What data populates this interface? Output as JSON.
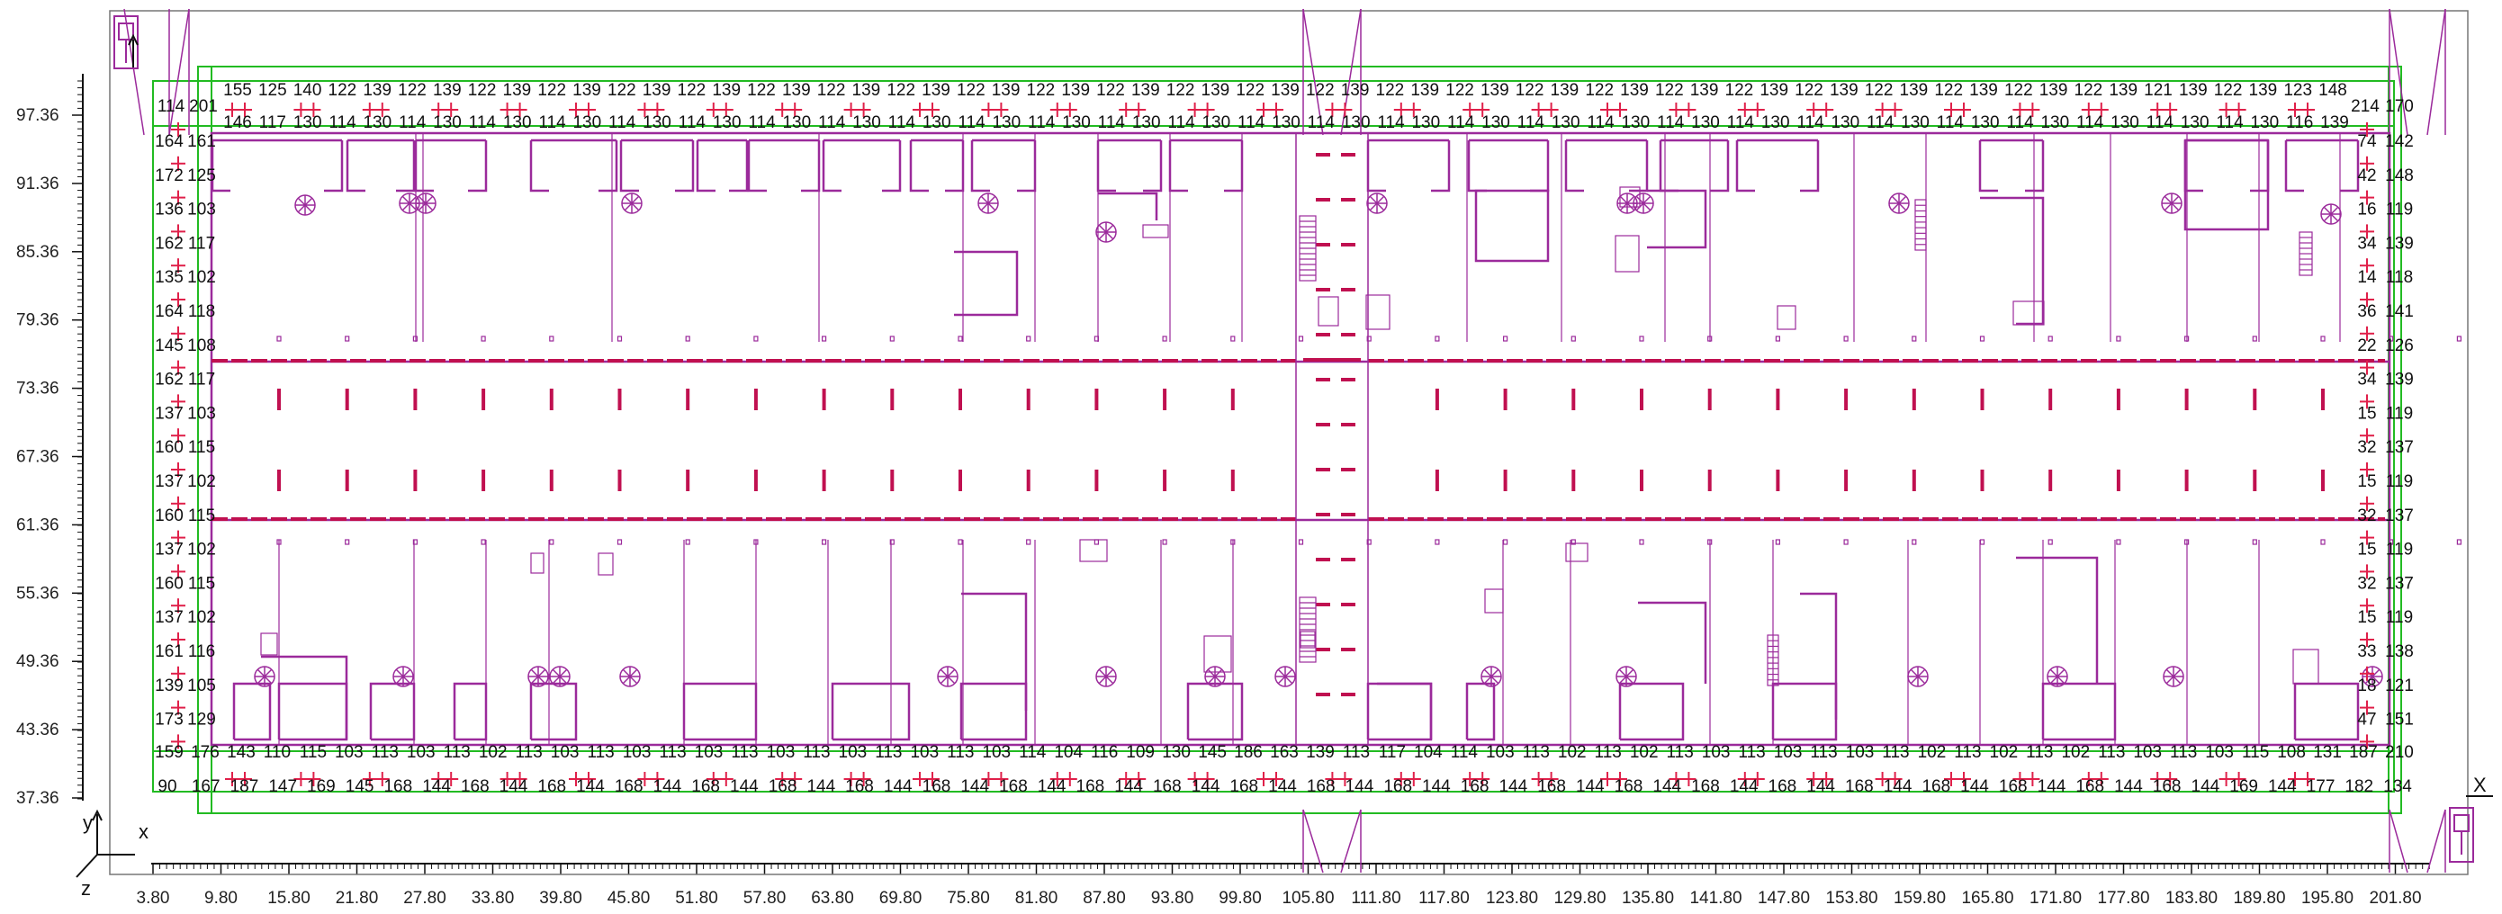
{
  "view": {
    "axes": {
      "x_name": "x",
      "y_name": "y",
      "z_name": "z",
      "corner_x": "X"
    },
    "x_ticks": [
      "3.80",
      "9.80",
      "15.80",
      "21.80",
      "27.80",
      "33.80",
      "39.80",
      "45.80",
      "51.80",
      "57.80",
      "63.80",
      "69.80",
      "75.80",
      "81.80",
      "87.80",
      "93.80",
      "99.80",
      "105.80",
      "111.80",
      "117.80",
      "123.80",
      "129.80",
      "135.80",
      "141.80",
      "147.80",
      "153.80",
      "159.80",
      "165.80",
      "171.80",
      "177.80",
      "183.80",
      "189.80",
      "195.80",
      "201.80"
    ],
    "y_ticks": [
      "97.36",
      "91.36",
      "85.36",
      "79.36",
      "73.36",
      "67.36",
      "61.36",
      "55.36",
      "49.36",
      "43.36",
      "37.36"
    ]
  },
  "colors": {
    "wall": "#9b2a9b",
    "grid": "#22bb22",
    "marker": "#e0204a",
    "highlight": "#22aa22",
    "text": "#111111"
  },
  "top_row1": [
    "155",
    "125",
    "140",
    "122",
    "139",
    "122",
    "139",
    "122",
    "139",
    "122",
    "139",
    "122",
    "139",
    "122",
    "139",
    "122",
    "139",
    "122",
    "139",
    "122",
    "139",
    "122",
    "139",
    "122",
    "139",
    "122",
    "139",
    "122",
    "139",
    "122",
    "139",
    "122",
    "139",
    "122",
    "139",
    "122",
    "139",
    "122",
    "139",
    "122",
    "139",
    "122",
    "139",
    "122",
    "139",
    "122",
    "139",
    "122",
    "139",
    "122",
    "139",
    "122",
    "139",
    "122",
    "139",
    "121",
    "139",
    "122",
    "139",
    "123",
    "148"
  ],
  "top_row2": [
    "146",
    "117",
    "130",
    "114",
    "130",
    "114",
    "130",
    "114",
    "130",
    "114",
    "130",
    "114",
    "130",
    "114",
    "130",
    "114",
    "130",
    "114",
    "130",
    "114",
    "130",
    "114",
    "130",
    "114",
    "130",
    "114",
    "130",
    "114",
    "130",
    "114",
    "130",
    "114",
    "130",
    "114",
    "130",
    "114",
    "130",
    "114",
    "130",
    "114",
    "130",
    "114",
    "130",
    "114",
    "130",
    "114",
    "130",
    "114",
    "130",
    "114",
    "130",
    "114",
    "130",
    "114",
    "130",
    "114",
    "130",
    "114",
    "130",
    "116",
    "139"
  ],
  "top_left": [
    "114",
    "201"
  ],
  "top_right": [
    "214",
    "170"
  ],
  "left_pairs": [
    [
      "164",
      "161"
    ],
    [
      "172",
      "125"
    ],
    [
      "136",
      "103"
    ],
    [
      "162",
      "117"
    ],
    [
      "135",
      "102"
    ],
    [
      "164",
      "118"
    ],
    [
      "145",
      "108"
    ],
    [
      "162",
      "117"
    ],
    [
      "137",
      "103"
    ],
    [
      "160",
      "115"
    ],
    [
      "137",
      "102"
    ],
    [
      "160",
      "115"
    ],
    [
      "137",
      "102"
    ],
    [
      "160",
      "115"
    ],
    [
      "137",
      "102"
    ],
    [
      "161",
      "116"
    ],
    [
      "139",
      "105"
    ],
    [
      "173",
      "129"
    ]
  ],
  "right_pairs": [
    [
      "74",
      "142"
    ],
    [
      "42",
      "148"
    ],
    [
      "16",
      "119"
    ],
    [
      "34",
      "139"
    ],
    [
      "14",
      "118"
    ],
    [
      "36",
      "141"
    ],
    [
      "22",
      "126"
    ],
    [
      "34",
      "139"
    ],
    [
      "15",
      "119"
    ],
    [
      "32",
      "137"
    ],
    [
      "15",
      "119"
    ],
    [
      "32",
      "137"
    ],
    [
      "15",
      "119"
    ],
    [
      "32",
      "137"
    ],
    [
      "15",
      "119"
    ],
    [
      "33",
      "138"
    ],
    [
      "18",
      "121"
    ],
    [
      "47",
      "151"
    ]
  ],
  "bottom_row1": [
    "159",
    "176",
    "143",
    "110",
    "115",
    "103",
    "113",
    "103",
    "113",
    "102",
    "113",
    "103",
    "113",
    "103",
    "113",
    "103",
    "113",
    "103",
    "113",
    "103",
    "113",
    "103",
    "113",
    "103",
    "114",
    "104",
    "116",
    "109",
    "130",
    "145",
    "186",
    "163",
    "139",
    "113",
    "117",
    "104",
    "114",
    "103",
    "113",
    "102",
    "113",
    "102",
    "113",
    "103",
    "113",
    "103",
    "113",
    "103",
    "113",
    "102",
    "113",
    "102",
    "113",
    "102",
    "113",
    "103",
    "113",
    "103",
    "115",
    "108",
    "131",
    "187",
    "210"
  ],
  "bottom_row2": [
    "90",
    "167",
    "187",
    "147",
    "169",
    "145",
    "168",
    "144",
    "168",
    "144",
    "168",
    "144",
    "168",
    "144",
    "168",
    "144",
    "168",
    "144",
    "168",
    "144",
    "168",
    "144",
    "168",
    "144",
    "168",
    "144",
    "168",
    "144",
    "168",
    "144",
    "168",
    "144",
    "168",
    "144",
    "168",
    "144",
    "168",
    "144",
    "168",
    "144",
    "168",
    "144",
    "168",
    "144",
    "168",
    "144",
    "168",
    "144",
    "168",
    "144",
    "168",
    "144",
    "168",
    "144",
    "169",
    "144",
    "177",
    "182",
    "134"
  ],
  "green_values": {
    "left_index": 6,
    "bottom_row1_index": 29,
    "bottom_row2_index": 5
  }
}
